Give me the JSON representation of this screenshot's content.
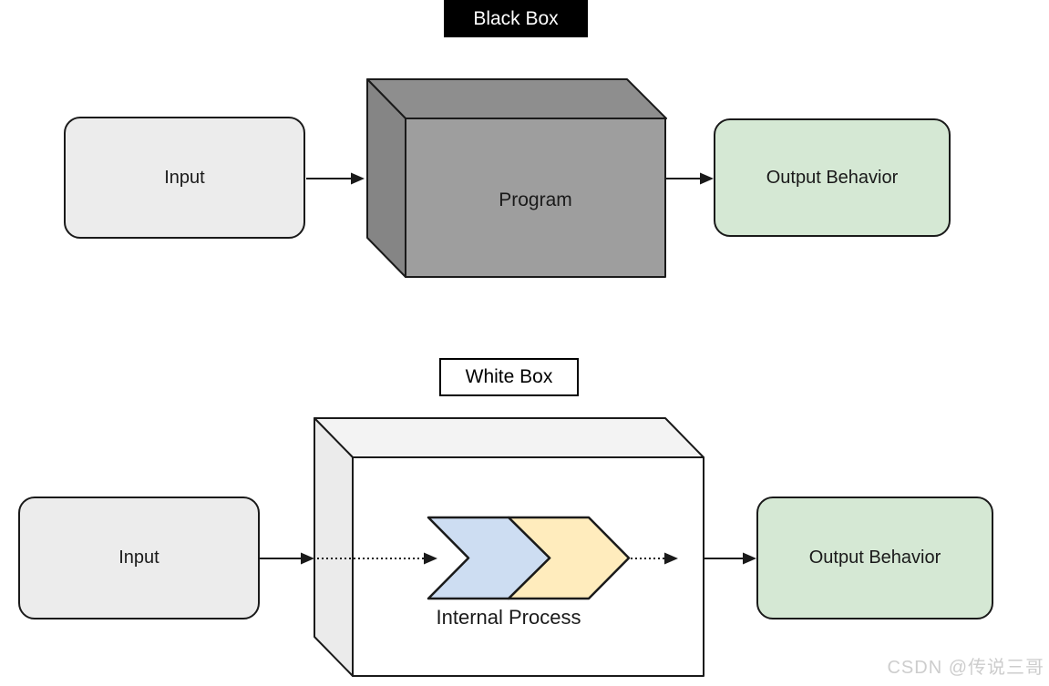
{
  "black_box_diagram": {
    "title": "Black Box",
    "input": "Input",
    "program": "Program",
    "output": "Output Behavior"
  },
  "white_box_diagram": {
    "title": "White Box",
    "input": "Input",
    "internal_process": "Internal Process",
    "output": "Output Behavior"
  },
  "watermark": "CSDN @传说三哥",
  "colors": {
    "stroke": "#1a1a1a",
    "input_fill": "#ececec",
    "output_fill": "#d5e8d4",
    "program_top_face": "#8e8e8e",
    "program_front_face": "#9e9e9e",
    "program_side_face": "#858585",
    "whitebox_top_face": "#f3f3f3",
    "whitebox_front_face": "#ffffff",
    "whitebox_side_face": "#ebebeb",
    "chevron_blue": "#cdddf2",
    "chevron_yellow": "#ffecbd",
    "black_label_bg": "#000000",
    "black_label_text": "#ffffff"
  }
}
